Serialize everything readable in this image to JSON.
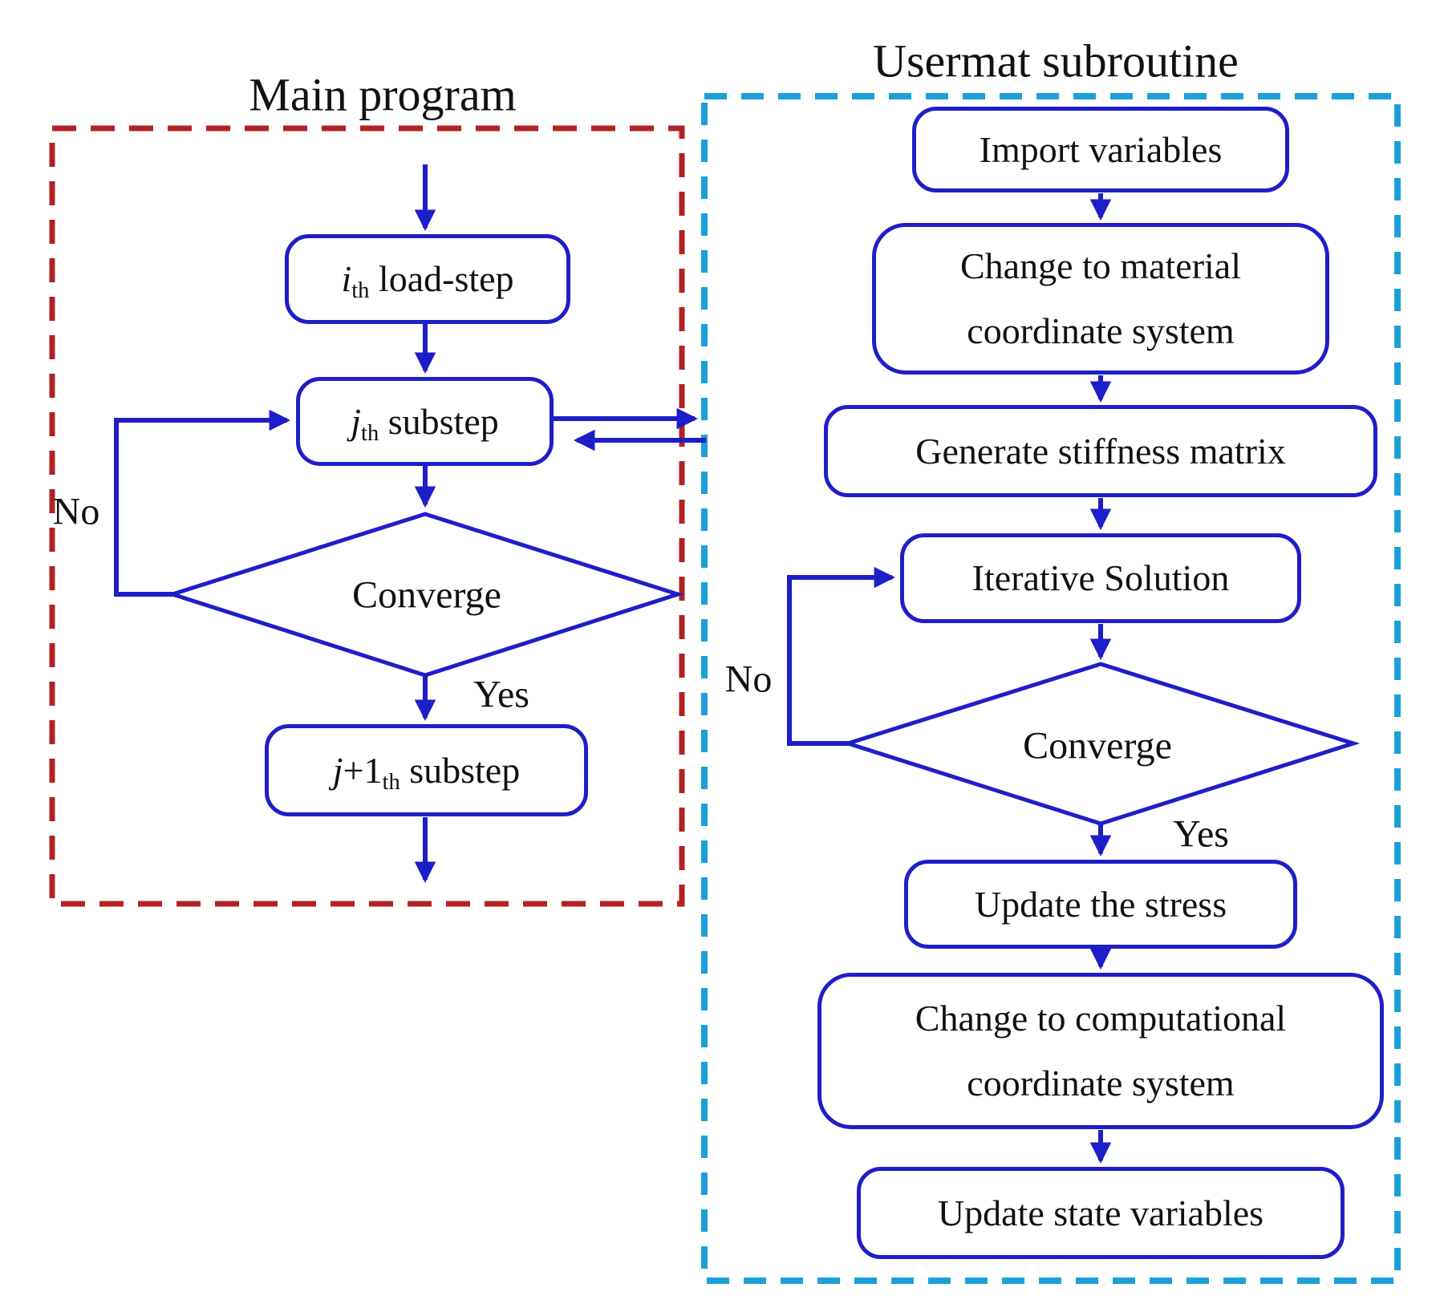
{
  "left_panel": {
    "title": "Main program",
    "nodes": {
      "load_step": {
        "var": "i",
        "sub": "th",
        "rest": " load-step"
      },
      "substep": {
        "var": "j",
        "sub": "th",
        "rest": " substep"
      },
      "next_substep": {
        "var": "j",
        "plus": "+1",
        "sub": "th",
        "rest": " substep"
      },
      "converge": {
        "label": "Converge"
      }
    },
    "labels": {
      "no": "No",
      "yes": "Yes"
    }
  },
  "right_panel": {
    "title": "Usermat subroutine",
    "nodes": {
      "import_variables": {
        "label": "Import variables"
      },
      "change_material": {
        "line1": "Change to material",
        "line2": "coordinate system"
      },
      "generate_stiffness": {
        "label": "Generate stiffness matrix"
      },
      "iterative_solution": {
        "label": "Iterative Solution"
      },
      "converge": {
        "label": "Converge"
      },
      "update_stress": {
        "label": "Update the stress"
      },
      "change_computational": {
        "line1": "Change to computational",
        "line2": "coordinate system"
      },
      "update_state": {
        "label": "Update state variables"
      }
    },
    "labels": {
      "no": "No",
      "yes": "Yes"
    }
  },
  "colors": {
    "flow_blue": "#1e1ec9",
    "main_program_border_red": "#b22222",
    "usermat_border_cyan": "#1ba0d8",
    "text": "#111111",
    "background": "#ffffff"
  }
}
